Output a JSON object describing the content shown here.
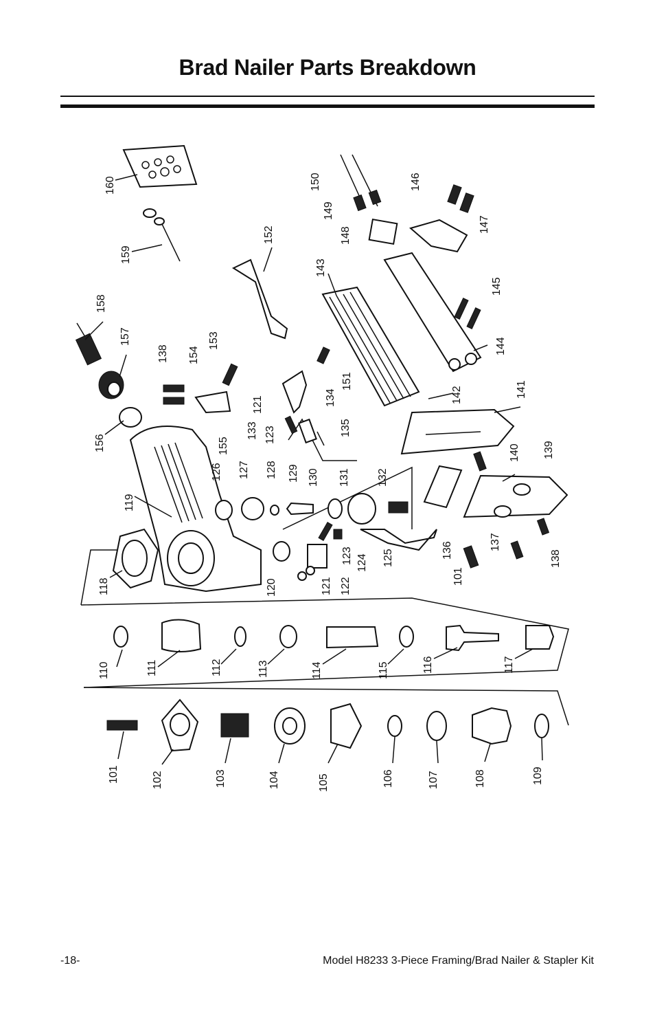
{
  "page": {
    "title": "Brad Nailer Parts Breakdown",
    "page_number": "-18-",
    "footer": "Model H8233  3-Piece Framing/Brad Nailer & Stapler Kit"
  },
  "diagram": {
    "callouts": [
      "160",
      "159",
      "158",
      "157",
      "156",
      "155",
      "154",
      "153",
      "152",
      "151",
      "150",
      "149",
      "148",
      "147",
      "146",
      "145",
      "144",
      "143",
      "142",
      "141",
      "140",
      "139",
      "138",
      "137",
      "136",
      "135",
      "134",
      "133",
      "132",
      "131",
      "130",
      "129",
      "128",
      "127",
      "126",
      "125",
      "124",
      "123",
      "122",
      "121",
      "120",
      "119",
      "118",
      "117",
      "116",
      "115",
      "114",
      "113",
      "112",
      "111",
      "110",
      "109",
      "108",
      "107",
      "106",
      "105",
      "104",
      "103",
      "102",
      "101"
    ]
  }
}
